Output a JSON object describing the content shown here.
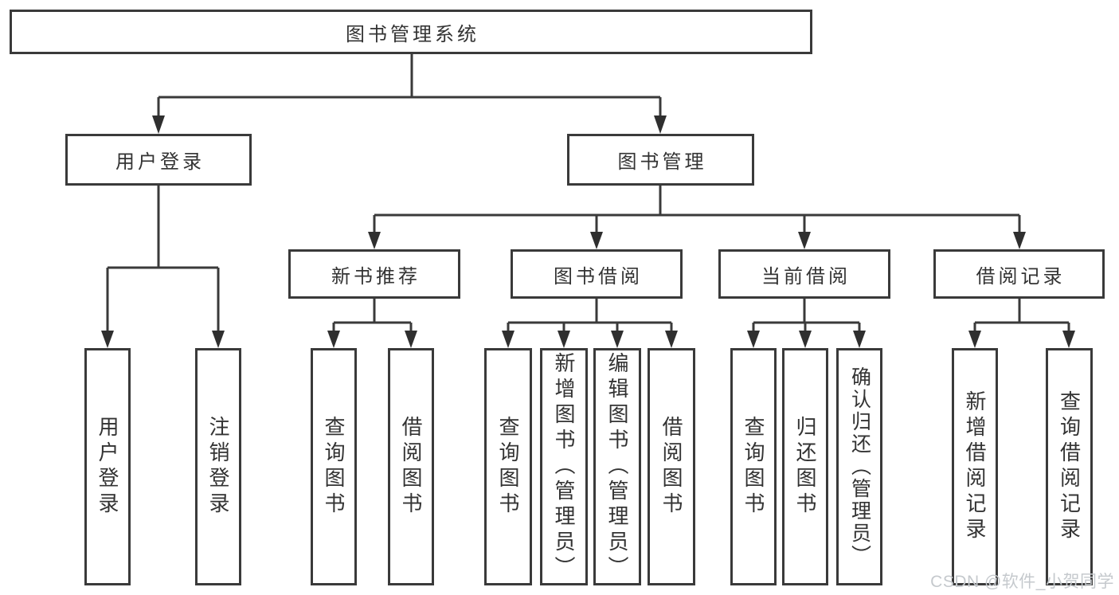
{
  "diagram": {
    "root": {
      "label": "图书管理系统"
    },
    "level2": [
      {
        "label": "用户登录"
      },
      {
        "label": "图书管理"
      }
    ],
    "level3": [
      {
        "label": "新书推荐"
      },
      {
        "label": "图书借阅"
      },
      {
        "label": "当前借阅"
      },
      {
        "label": "借阅记录"
      }
    ],
    "leaves": [
      {
        "label": "用户登录",
        "parent": "用户登录"
      },
      {
        "label": "注销登录",
        "parent": "用户登录"
      },
      {
        "label": "查询图书",
        "parent": "新书推荐"
      },
      {
        "label": "借阅图书",
        "parent": "新书推荐"
      },
      {
        "label": "查询图书",
        "parent": "图书借阅"
      },
      {
        "label": "新增图书（管理员）",
        "parent": "图书借阅"
      },
      {
        "label": "编辑图书（管理员）",
        "parent": "图书借阅"
      },
      {
        "label": "借阅图书",
        "parent": "图书借阅"
      },
      {
        "label": "查询图书",
        "parent": "当前借阅"
      },
      {
        "label": "归还图书",
        "parent": "当前借阅"
      },
      {
        "label": "确认归还（管理员）",
        "parent": "当前借阅"
      },
      {
        "label": "新增借阅记录",
        "parent": "借阅记录"
      },
      {
        "label": "查询借阅记录",
        "parent": "借阅记录"
      }
    ]
  },
  "watermark": "CSDN @软件_小贺同学",
  "colors": {
    "line": "#3a3a3a",
    "arrow": "#2f2f2f",
    "text": "#333333",
    "watermark": "#c5c9cd",
    "background": "#ffffff"
  }
}
